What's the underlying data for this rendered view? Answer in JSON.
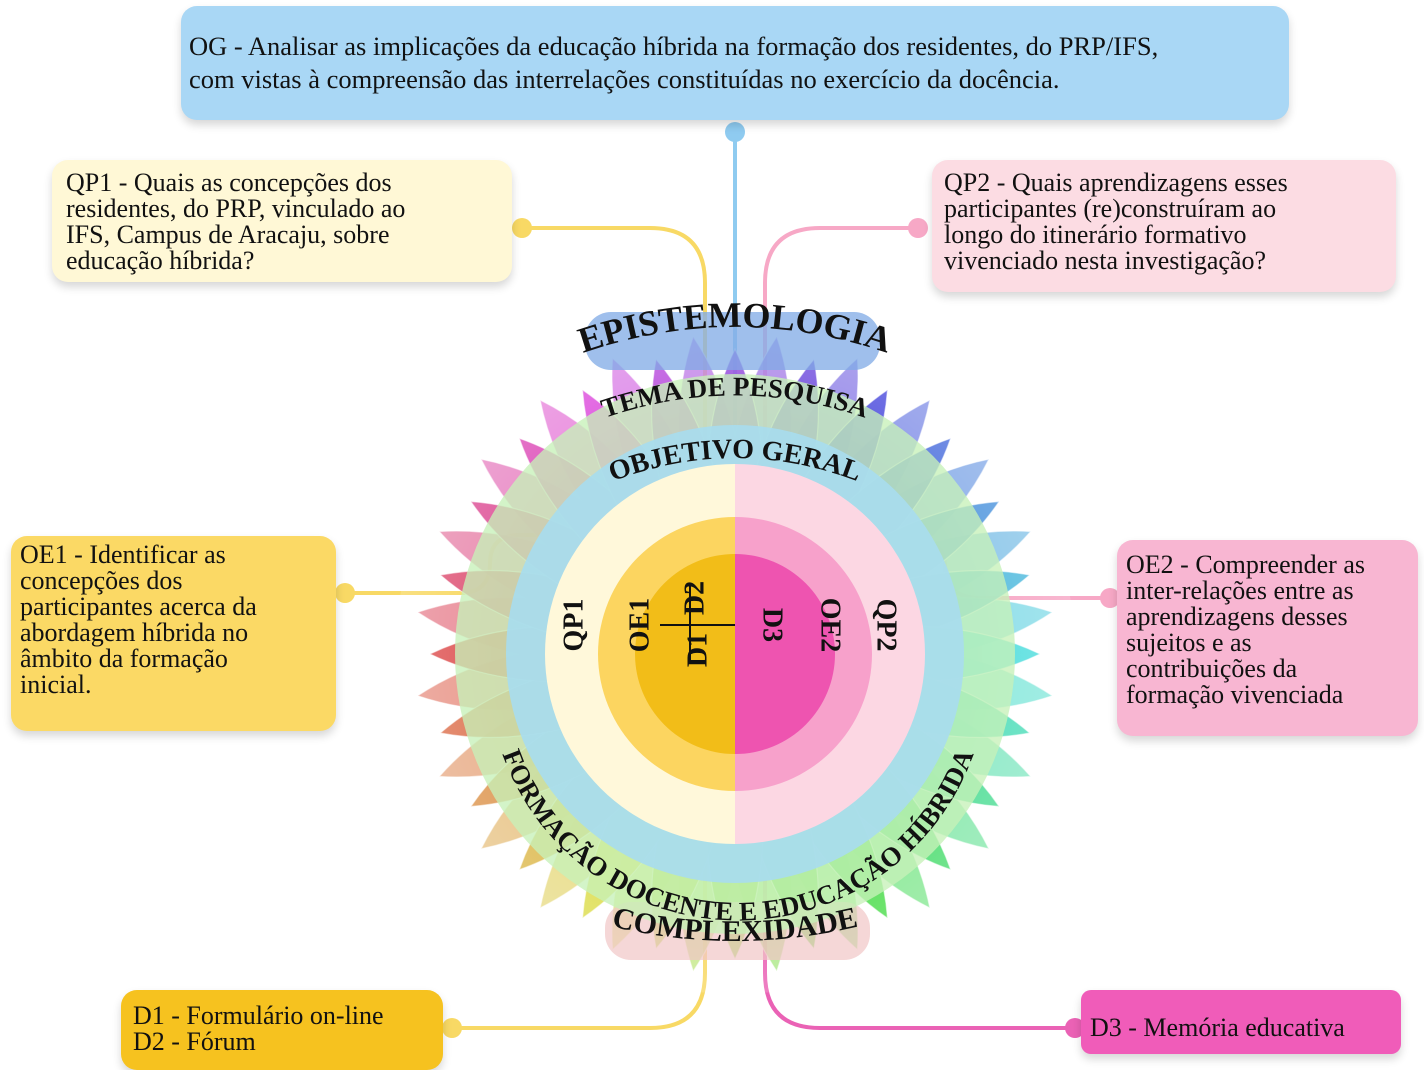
{
  "boxes": {
    "og": [
      "OG - Analisar as implicações da educação híbrida na formação dos residentes, do PRP/IFS,",
      "com vistas à compreensão das interrelações constituídas no exercício da docência."
    ],
    "qp1": [
      "QP1 - Quais as concepções dos",
      "residentes, do PRP, vinculado ao",
      "IFS, Campus de Aracaju, sobre",
      "educação híbrida?"
    ],
    "qp2": [
      "QP2 - Quais aprendizagens esses",
      "participantes (re)construíram ao",
      "longo do itinerário formativo",
      "vivenciado nesta investigação?"
    ],
    "oe1": [
      "OE1 - Identificar as",
      "concepções dos",
      "participantes acerca da",
      "abordagem híbrida no",
      "âmbito da formação",
      "inicial."
    ],
    "oe2": [
      "OE2 - Compreender as",
      "inter-relações entre as",
      "aprendizagens desses",
      "sujeitos e as",
      "contribuições da",
      "formação vivenciada"
    ],
    "d12": [
      "D1 - Formulário on-line",
      "D2 - Fórum"
    ],
    "d3": [
      "D3 - Memória educativa"
    ]
  },
  "rings": {
    "epistemologia": "EPISTEMOLOGIA",
    "tema": "TEMA DE PESQUISA",
    "objetivo": "OBJETIVO GERAL",
    "formacao": "FORMAÇÃO DOCENTE E EDUCAÇÃO HÍBRIDA",
    "complexidade": "COMPLEXIDADE"
  },
  "center_labels": {
    "qp1": "QP1",
    "oe1": "OE1",
    "d2": "D2",
    "d1": "D1",
    "d3": "D3",
    "oe2": "OE2",
    "qp2": "QP2"
  },
  "colors": {
    "og": "#a9d7f5",
    "qp1": "#fff8d6",
    "qp2": "#fcdce3",
    "oe1": "#fbd965",
    "oe2": "#f8b6d2",
    "d12": "#f6c21f",
    "d3": "#f05cb9",
    "line_blue": "#8fcbf0",
    "line_yellow": "#f8d965",
    "line_pink": "#f7a8c6",
    "line_magenta": "#ea62b5"
  }
}
